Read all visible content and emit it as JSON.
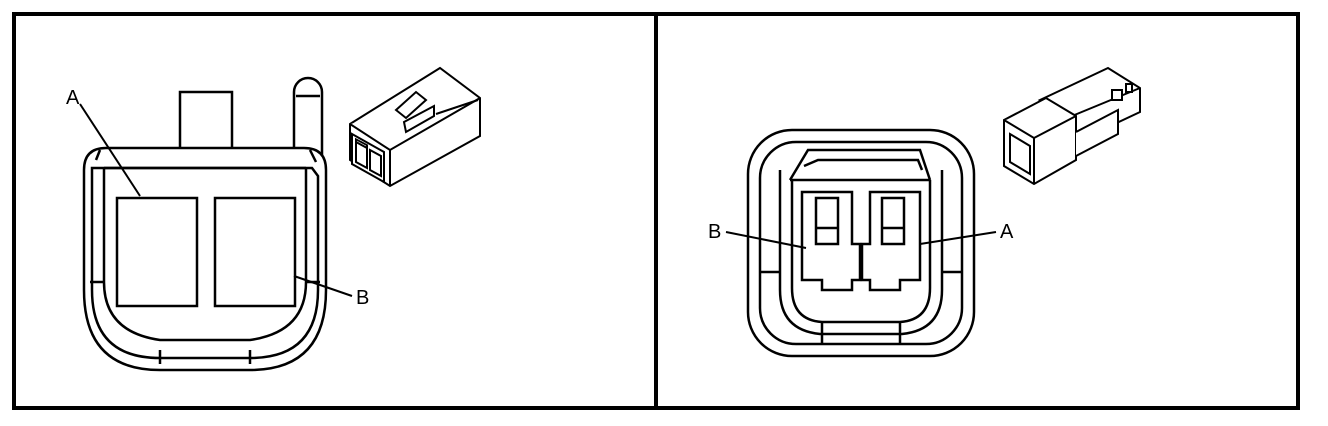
{
  "colors": {
    "line": "#000000",
    "background": "#ffffff"
  },
  "left_panel": {
    "callout_a": "A",
    "callout_b": "B"
  },
  "right_panel": {
    "callout_a": "A",
    "callout_b": "B"
  }
}
